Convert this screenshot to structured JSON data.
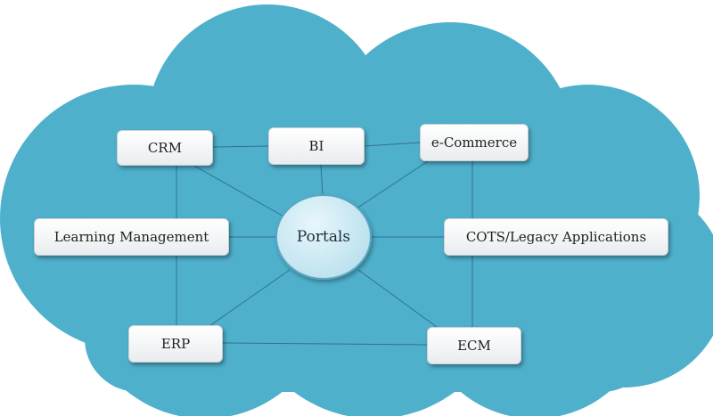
{
  "colors": {
    "cloud": "#4fb0cc",
    "cloud_stroke": "#3f9dbc",
    "connector": "#2f6f9a",
    "hub_fill": "#bfe3ef"
  },
  "hub": {
    "label": "Portals"
  },
  "nodes": {
    "crm": "CRM",
    "bi": "BI",
    "ecommerce": "e-Commerce",
    "learning": "Learning Management",
    "cots": "COTS/Legacy Applications",
    "erp": "ERP",
    "ecm": "ECM"
  }
}
